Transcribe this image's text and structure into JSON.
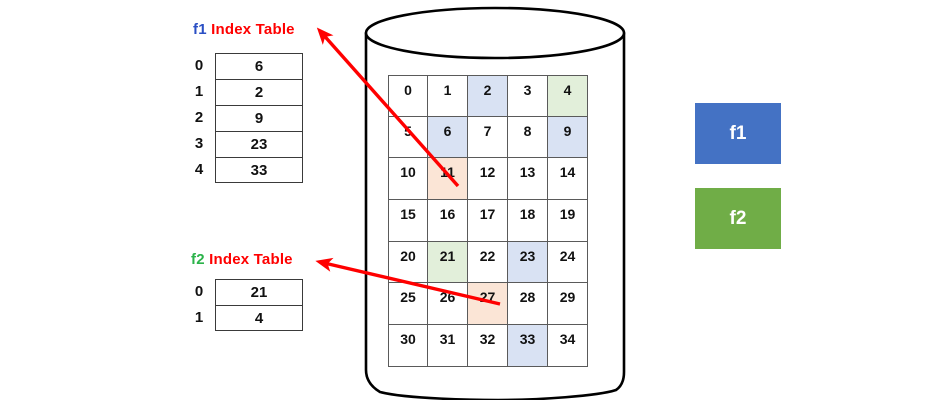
{
  "diagram": {
    "title_suffix": "Index Table",
    "colors": {
      "title_text": "#FF0000",
      "f1_key": "#2A4FC4",
      "f2_key": "#2BB34A",
      "f1_block": "#4472C4",
      "f2_block": "#70AD47",
      "cell_blue": "#D9E2F3",
      "cell_green": "#E2EFDA",
      "cell_orange": "#FBE5D6",
      "arrow": "#FF0000",
      "outline": "#000000"
    }
  },
  "f1_index_table": {
    "key_label": "f1",
    "title_rest": " Index Table",
    "rows": [
      {
        "index": "0",
        "value": "6"
      },
      {
        "index": "1",
        "value": "2"
      },
      {
        "index": "2",
        "value": "9"
      },
      {
        "index": "3",
        "value": "23"
      },
      {
        "index": "4",
        "value": "33"
      }
    ]
  },
  "f2_index_table": {
    "key_label": "f2",
    "title_rest": " Index Table",
    "rows": [
      {
        "index": "0",
        "value": "21"
      },
      {
        "index": "1",
        "value": "4"
      }
    ]
  },
  "disk": {
    "columns": 5,
    "rows": 7,
    "blocks": [
      {
        "id": "0",
        "fill": "none"
      },
      {
        "id": "1",
        "fill": "none"
      },
      {
        "id": "2",
        "fill": "blue"
      },
      {
        "id": "3",
        "fill": "none"
      },
      {
        "id": "4",
        "fill": "green"
      },
      {
        "id": "5",
        "fill": "none"
      },
      {
        "id": "6",
        "fill": "blue"
      },
      {
        "id": "7",
        "fill": "none"
      },
      {
        "id": "8",
        "fill": "none"
      },
      {
        "id": "9",
        "fill": "blue"
      },
      {
        "id": "10",
        "fill": "none"
      },
      {
        "id": "11",
        "fill": "orange"
      },
      {
        "id": "12",
        "fill": "none"
      },
      {
        "id": "13",
        "fill": "none"
      },
      {
        "id": "14",
        "fill": "none"
      },
      {
        "id": "15",
        "fill": "none"
      },
      {
        "id": "16",
        "fill": "none"
      },
      {
        "id": "17",
        "fill": "none"
      },
      {
        "id": "18",
        "fill": "none"
      },
      {
        "id": "19",
        "fill": "none"
      },
      {
        "id": "20",
        "fill": "none"
      },
      {
        "id": "21",
        "fill": "green"
      },
      {
        "id": "22",
        "fill": "none"
      },
      {
        "id": "23",
        "fill": "blue"
      },
      {
        "id": "24",
        "fill": "none"
      },
      {
        "id": "25",
        "fill": "none"
      },
      {
        "id": "26",
        "fill": "none"
      },
      {
        "id": "27",
        "fill": "orange"
      },
      {
        "id": "28",
        "fill": "none"
      },
      {
        "id": "29",
        "fill": "none"
      },
      {
        "id": "30",
        "fill": "none"
      },
      {
        "id": "31",
        "fill": "none"
      },
      {
        "id": "32",
        "fill": "none"
      },
      {
        "id": "33",
        "fill": "blue"
      },
      {
        "id": "34",
        "fill": "none"
      }
    ]
  },
  "legend": [
    {
      "label": "f1",
      "color": "#4472C4"
    },
    {
      "label": "f2",
      "color": "#70AD47"
    }
  ],
  "arrows": [
    {
      "name": "f1-pointer",
      "from_block": "11",
      "to_table": "f1 Index Table"
    },
    {
      "name": "f2-pointer",
      "from_block": "27",
      "to_table": "f2 Index Table"
    }
  ]
}
